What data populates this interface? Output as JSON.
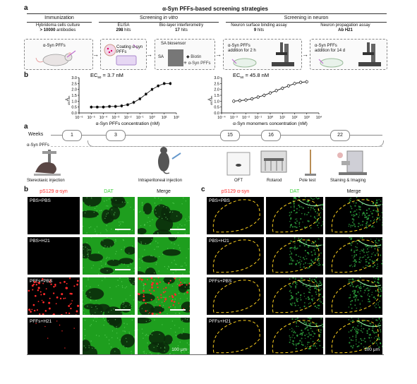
{
  "figure_top": {
    "letter_a": "a",
    "title_prefix": "α-Syn PFFs",
    "title_suffix": "-based screening strategies",
    "sections": {
      "immunization": "Immunization",
      "screening_in_vitro_prefix": "Screening ",
      "screening_in_vitro_italic": "in vitro",
      "screening_in_neuron": "Screening in neuron"
    },
    "steps": [
      {
        "title": "Hybridoma cells culture",
        "value": "> 10000",
        "suffix": " antibodies",
        "box_text": "α-Syn PFFs"
      },
      {
        "title": "ELISA",
        "value": "298",
        "suffix": " hits",
        "box_text": "Coating α-syn PFFs"
      },
      {
        "title": "Bio-layer interferometry",
        "value": "17",
        "suffix": " hits",
        "box_text": "SA biosensor",
        "box_sub1": "Biotin",
        "box_sub2": "α-Syn PFFs",
        "box_sub3": "SA"
      },
      {
        "title": "Neuron surface binding assay",
        "value": "9",
        "suffix": " hits",
        "box_text": "α-Syn PFFs addition for 2 h"
      },
      {
        "title": "Neuron propagation assay",
        "value": "Ab H21",
        "suffix": "",
        "box_text": "α-Syn PFFs addition for 14 d"
      }
    ]
  },
  "panel_b": {
    "letter": "b",
    "ylabel_main": "A",
    "ylabel_sub": "450 nm"
  },
  "chart_data": [
    {
      "type": "scatter",
      "title_main": "EC",
      "title_sub": "50",
      "title_value": " = 3.7 nM",
      "xlabel": "α-Syn PFFs concentration (nM)",
      "ylabel": "A450 nm",
      "x_ticks": [
        "10⁻⁶",
        "10⁻⁵",
        "10⁻⁴",
        "10⁻³",
        "10⁻²",
        "10⁻¹",
        "10⁰",
        "10¹",
        "10²"
      ],
      "y_ticks": [
        "0.0",
        "0.5",
        "1.0",
        "1.5",
        "2.0",
        "2.5",
        "3.0"
      ],
      "ylim": [
        0,
        3
      ],
      "x_log": [
        -6,
        2
      ],
      "points_log_x": [
        -5,
        -4.5,
        -4,
        -3.5,
        -3,
        -2.5,
        -2,
        -1.5,
        -1,
        -0.5,
        0,
        0.5,
        1,
        1.5
      ],
      "points_y": [
        0.5,
        0.5,
        0.5,
        0.55,
        0.55,
        0.6,
        0.7,
        0.9,
        1.2,
        1.6,
        2.0,
        2.3,
        2.5,
        2.5
      ],
      "marker": "filled"
    },
    {
      "type": "scatter",
      "title_main": "EC",
      "title_sub": "50",
      "title_value": " = 45.8 nM",
      "xlabel": "α-Syn monomers concentration (nM)",
      "ylabel": "A450 nm",
      "x_ticks": [
        "10⁻⁴",
        "10⁻³",
        "10⁻²",
        "10⁻¹",
        "10⁰",
        "10¹",
        "10²",
        "10³",
        "10⁴"
      ],
      "y_ticks": [
        "0.0",
        "0.5",
        "1.0",
        "1.5",
        "2.0",
        "2.5",
        "3.0"
      ],
      "ylim": [
        0,
        3
      ],
      "x_log": [
        -4,
        4
      ],
      "points_log_x": [
        -3,
        -2.5,
        -2,
        -1.5,
        -1,
        -0.5,
        0,
        0.5,
        1,
        1.5,
        2,
        2.5,
        3
      ],
      "points_y": [
        1.0,
        1.05,
        1.1,
        1.2,
        1.35,
        1.5,
        1.7,
        1.9,
        2.1,
        2.3,
        2.5,
        2.6,
        2.65
      ],
      "marker": "open"
    }
  ],
  "timeline": {
    "letter": "a",
    "weeks_label": "Weeks",
    "weeks": [
      "1",
      "3",
      "15",
      "16",
      "22"
    ],
    "events": [
      "α-Syn PFFs",
      "Stereotaxic injection",
      "Intraperitoneal injection",
      "OFT",
      "Rotarod",
      "Pole test",
      "Staining & Imaging"
    ]
  },
  "panel_b2": {
    "letter": "b",
    "headers": [
      "pS129 α-syn",
      "DAT",
      "Merge"
    ],
    "rows": [
      "PBS+PBS",
      "PBS+H21",
      "PFFs+PBS",
      "PFFs+H21"
    ],
    "scale": "100 μm"
  },
  "panel_c": {
    "letter": "c",
    "headers": [
      "pS129 α-syn",
      "DAT",
      "Merge"
    ],
    "rows": [
      "PBS+PBS",
      "PBS+H21",
      "PFFs+PBS",
      "PFFs+H21"
    ],
    "scale": "100 μm"
  },
  "colors": {
    "red_channel": "#ff2a2a",
    "green_channel": "#2fb52f",
    "green_bright": "#7cff8a",
    "dashed_yellow": "#ffd21f",
    "timeline_line": "#888888"
  }
}
